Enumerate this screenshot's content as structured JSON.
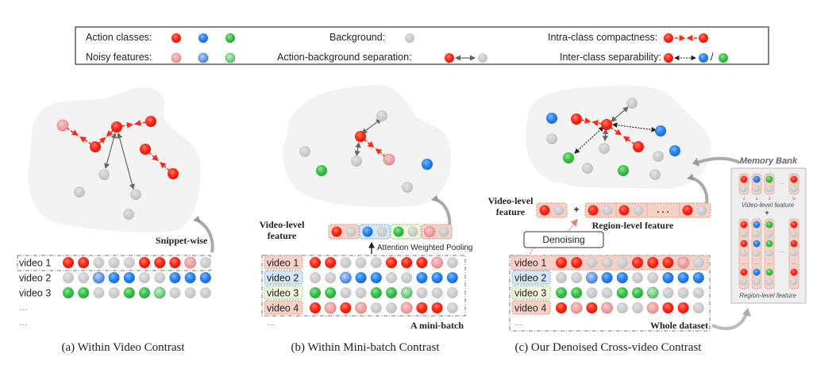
{
  "legend": {
    "action_classes_label": "Action classes:",
    "noisy_features_label": "Noisy features:",
    "background_label": "Background:",
    "ab_separation_label": "Action-background separation:",
    "intra_class_label": "Intra-class compactness:",
    "inter_class_label": "Inter-class separability:",
    "slash": "/"
  },
  "colors": {
    "red": "#ff2a1a",
    "blue": "#2a85f0",
    "green": "#3cc24a",
    "gray": "#c8c8c8",
    "noisy_red": "#f0a0a0",
    "noisy_blue": "#5f95e8",
    "noisy_green": "#7fd086",
    "space": "#f3f3f3"
  },
  "panel_a": {
    "snippet_label": "Snippet-wise",
    "rows": [
      {
        "label": "video 1",
        "cells": [
          "r",
          "r",
          "g",
          "g",
          "g",
          "r",
          "r",
          "r",
          "nr",
          "g"
        ]
      },
      {
        "label": "video 2",
        "cells": [
          "g",
          "g",
          "nb",
          "b",
          "b",
          "g",
          "g",
          "b",
          "b",
          "b"
        ]
      },
      {
        "label": "video 3",
        "cells": [
          "gr",
          "gr",
          "g",
          "g",
          "gr",
          "gr",
          "ng",
          "g",
          "g",
          "g"
        ]
      }
    ],
    "ellipsis": [
      "...",
      "..."
    ],
    "caption": "(a) Within Video Contrast"
  },
  "panel_b": {
    "video_feature_label": [
      "Video-level",
      "feature"
    ],
    "pooling_label": "Attention Weighted Pooling",
    "rows": [
      {
        "label": "video 1",
        "cells": [
          "r",
          "r",
          "g",
          "g",
          "g",
          "r",
          "r",
          "r",
          "nr",
          "g"
        ]
      },
      {
        "label": "video 2",
        "cells": [
          "g",
          "g",
          "nb",
          "b",
          "b",
          "g",
          "g",
          "b",
          "b",
          "b"
        ]
      },
      {
        "label": "video 3",
        "cells": [
          "gr",
          "gr",
          "g",
          "g",
          "gr",
          "gr",
          "ng",
          "g",
          "g",
          "g"
        ]
      },
      {
        "label": "video 4",
        "cells": [
          "r",
          "nr",
          "r",
          "nr",
          "g",
          "g",
          "nr",
          "r",
          "r",
          "g"
        ]
      }
    ],
    "ellipsis": "...",
    "batch_label": "A mini-batch",
    "caption": "(b) Within Mini-batch Contrast"
  },
  "panel_c": {
    "video_feature_label": [
      "Video-level",
      "feature"
    ],
    "plus": "+",
    "region_feature_label": "Region-level feature",
    "region_ellipsis": ". . .",
    "denoising_label": "Denoising",
    "rows": [
      {
        "label": "video 1",
        "cells": [
          "r",
          "r",
          "g",
          "g",
          "g",
          "r",
          "r",
          "r",
          "nr",
          "g"
        ]
      },
      {
        "label": "video 2",
        "cells": [
          "g",
          "g",
          "nb",
          "b",
          "b",
          "g",
          "g",
          "b",
          "b",
          "b"
        ]
      },
      {
        "label": "video 3",
        "cells": [
          "gr",
          "gr",
          "g",
          "g",
          "gr",
          "gr",
          "ng",
          "g",
          "g",
          "g"
        ]
      },
      {
        "label": "video 4",
        "cells": [
          "r",
          "nr",
          "r",
          "nr",
          "g",
          "g",
          "nr",
          "r",
          "r",
          "g"
        ]
      }
    ],
    "ellipsis": "...",
    "dataset_label": "Whole dataset",
    "caption": "(c) Our Denoised Cross-video Contrast"
  },
  "memory_bank": {
    "title": "Memory Bank",
    "indices": [
      "1",
      "2",
      "3",
      "N"
    ],
    "video_feature_label": "Video-level feature",
    "plus": "+",
    "region_feature_label": "Region-level feature",
    "dots": "..."
  }
}
